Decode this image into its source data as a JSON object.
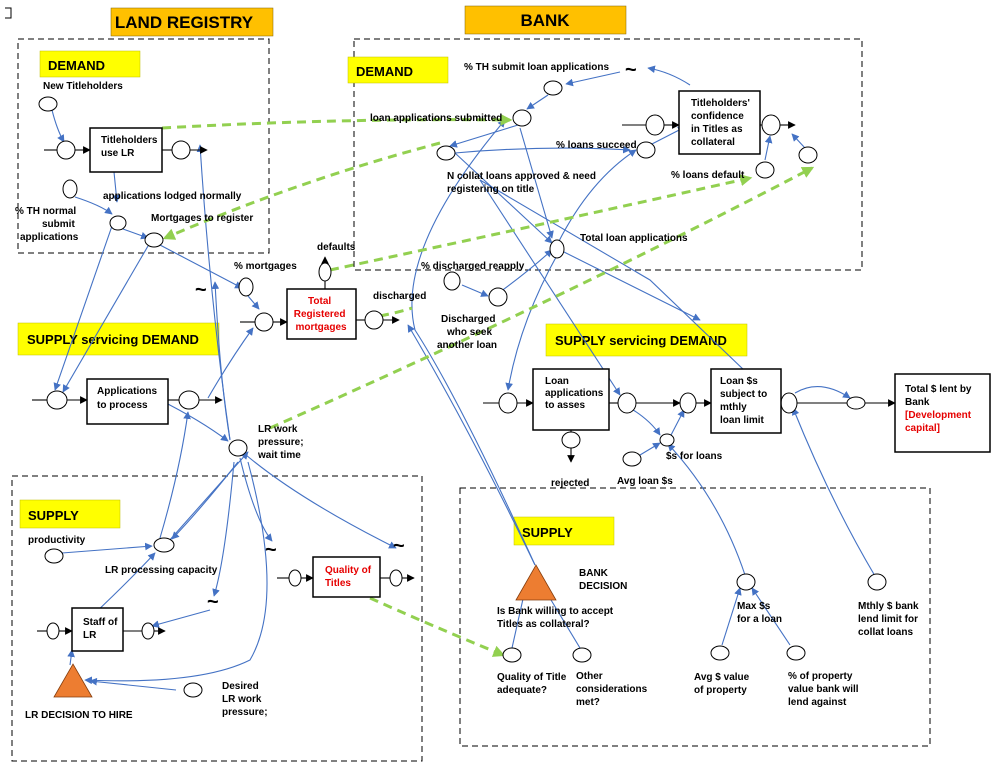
{
  "headers": {
    "land_registry": "LAND REGISTRY",
    "bank": "BANK"
  },
  "labels": {
    "demand_lr": "DEMAND",
    "demand_bank": "DEMAND",
    "supply_servicing_lr": "SUPPLY servicing DEMAND",
    "supply_servicing_bank": "SUPPLY servicing DEMAND",
    "supply_lr": "SUPPLY",
    "supply_bank": "SUPPLY"
  },
  "stocks": {
    "titleholders_use_lr": [
      "Titleholders",
      "use LR"
    ],
    "total_registered_mortgages": [
      "Total",
      "Registered",
      "mortgages"
    ],
    "applications_to_process": [
      "Applications",
      "to process"
    ],
    "staff_of_lr": [
      "Staff of",
      "LR"
    ],
    "quality_of_titles": [
      "Quality of",
      "Titles"
    ],
    "titleholders_confidence": [
      "Titleholders'",
      "confidence",
      "in Titles as",
      "collateral"
    ],
    "loan_applications_to_asses": [
      "Loan",
      "applications",
      "to asses"
    ],
    "loan_subject_to_limit": [
      "Loan $s",
      "subject to",
      "mthly",
      "loan limit"
    ],
    "total_lent": {
      "lines": [
        "Total $ lent by",
        "Bank"
      ],
      "red_lines": [
        "[Development",
        "capital]"
      ]
    }
  },
  "variables": {
    "new_titleholders": "New Titleholders",
    "applications_lodged_normally": "applications lodged normally",
    "th_normal_submit": [
      "% TH  normal",
      "submit",
      "applications"
    ],
    "mortgages_to_register": "Mortgages to register",
    "defaults": "defaults",
    "pct_mortgages": "% mortgages",
    "discharged": "discharged",
    "discharged_seek_loan": [
      "Discharged",
      "who seek",
      "another loan"
    ],
    "pct_discharged_reapply": "% discharged reapply",
    "lr_work_pressure": [
      "LR work",
      "pressure;",
      "wait time"
    ],
    "productivity": "productivity",
    "lr_processing_capacity": "LR processing capacity",
    "lr_decision_to_hire": "LR DECISION TO HIRE",
    "desired_lr_work_pressure": [
      "Desired",
      "LR work",
      "pressure;"
    ],
    "th_submit_loan_applications": "% TH  submit loan applications",
    "loan_applications_submitted": "loan applications submitted",
    "pct_loans_succeed": "% loans succeed",
    "n_collat_loans": [
      "N collat loans approved & need",
      "registering on title"
    ],
    "pct_loans_default": "% loans default",
    "total_loan_applications": "Total loan applications",
    "rejected": "rejected",
    "avg_loan": "Avg loan $s",
    "dollars_for_loans": "$s for loans",
    "bank_decision": [
      "BANK",
      "DECISION"
    ],
    "bank_willing": [
      "Is Bank willing to accept",
      "Titles as collateral?"
    ],
    "quality_of_title_adequate": [
      "Quality of Title",
      "adequate?"
    ],
    "other_considerations": [
      "Other",
      "considerations",
      "met?"
    ],
    "max_for_a_loan": [
      "Max $s",
      "for a loan"
    ],
    "avg_value_property": [
      "Avg $ value",
      "of property"
    ],
    "pct_property_value": [
      "% of property",
      "value bank will",
      "lend against"
    ],
    "mthly_bank_lend_limit": [
      "Mthly $ bank",
      "lend limit for",
      "collat loans"
    ]
  },
  "symbols": {
    "delay": "~"
  },
  "colors": {
    "header_fill": "#ffc000",
    "label_fill": "#ffff00",
    "decision_fill": "#ed7d31",
    "connector": "#4472c4",
    "information_link": "#92d050",
    "highlight_text": "#e60000"
  }
}
